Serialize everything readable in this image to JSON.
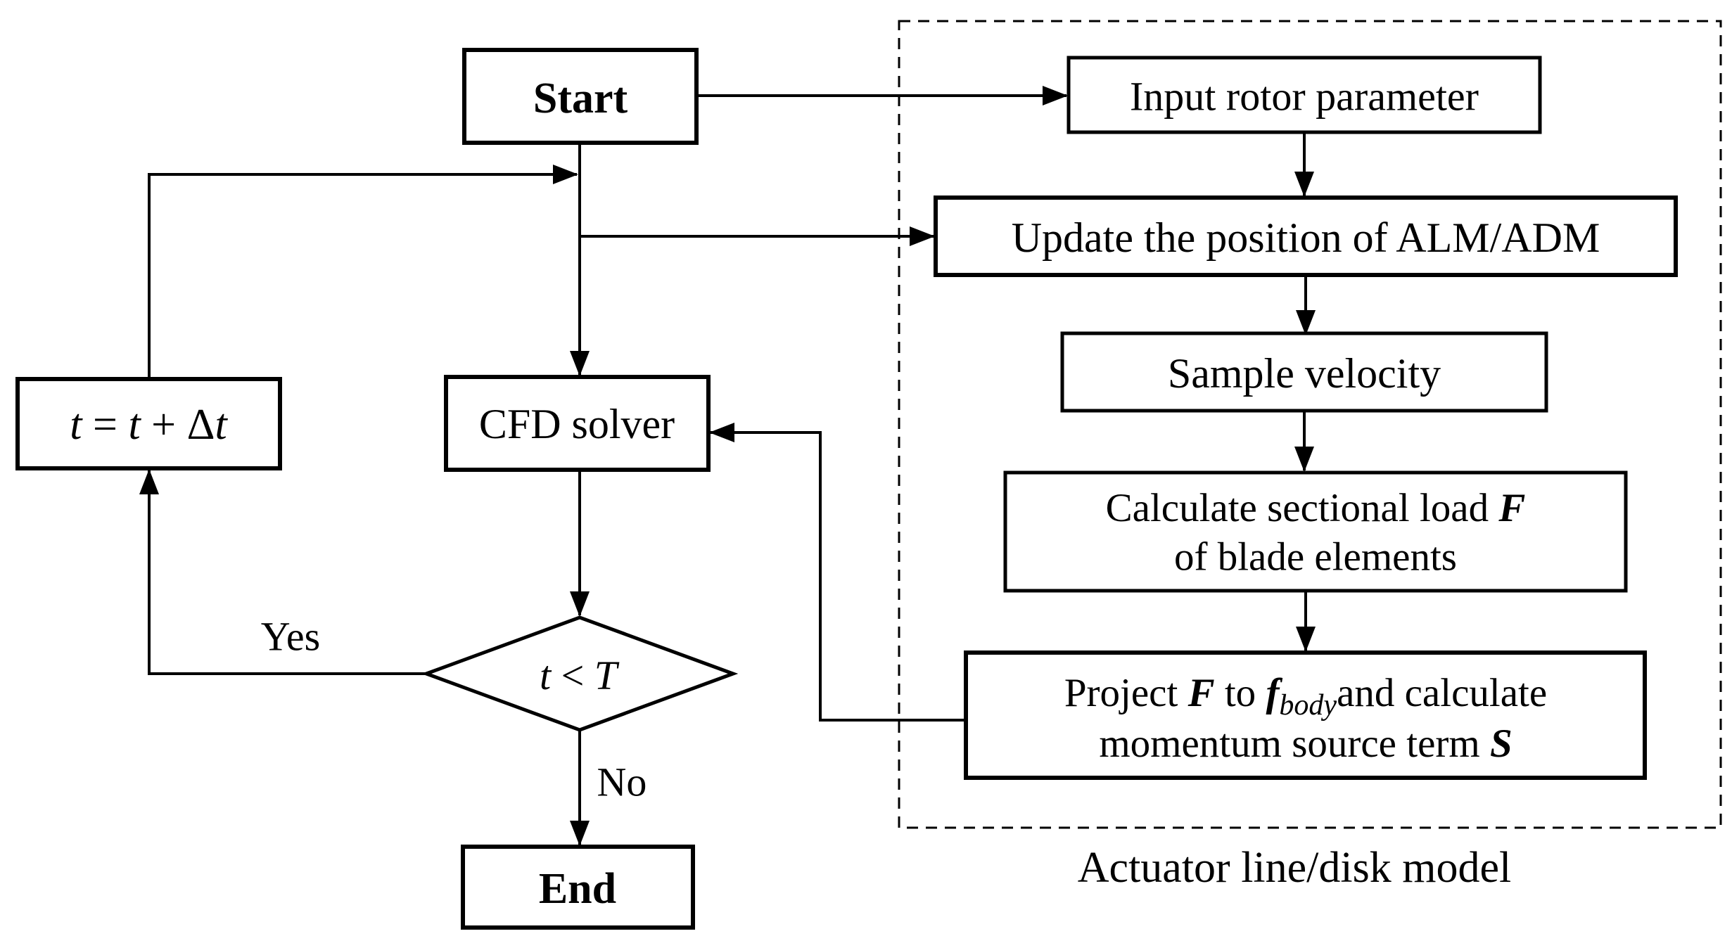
{
  "flowchart": {
    "background_color": "#ffffff",
    "line_color": "#000000",
    "region_label": "Actuator line/disk model",
    "nodes": {
      "start": {
        "label": "Start"
      },
      "input_rotor": {
        "label": "Input rotor parameter"
      },
      "update_position": {
        "label": "Update the position of ALM/ADM"
      },
      "sample_velocity": {
        "label": "Sample velocity"
      },
      "calculate_load": {
        "line1_text": "Calculate sectional load ",
        "line1_symbol": "F",
        "line2_text": "of blade elements"
      },
      "project_force": {
        "line1_part1": "Project ",
        "line1_symbol1": "F",
        "line1_part2": " to ",
        "line1_symbol2": "f",
        "line1_subscript": "body",
        "line1_part3": "and calculate",
        "line2_part1": "momentum source term ",
        "line2_symbol": "S"
      },
      "cfd_solver": {
        "label": "CFD solver"
      },
      "time_step": {
        "part1": "t",
        "part2": " = ",
        "part3": "t",
        "part4": " + ",
        "part5": "Δ",
        "part6": "t"
      },
      "decision": {
        "part1": "t",
        "part2": " < ",
        "part3": "T"
      },
      "end": {
        "label": "End"
      }
    },
    "edge_labels": {
      "yes": "Yes",
      "no": "No"
    }
  }
}
